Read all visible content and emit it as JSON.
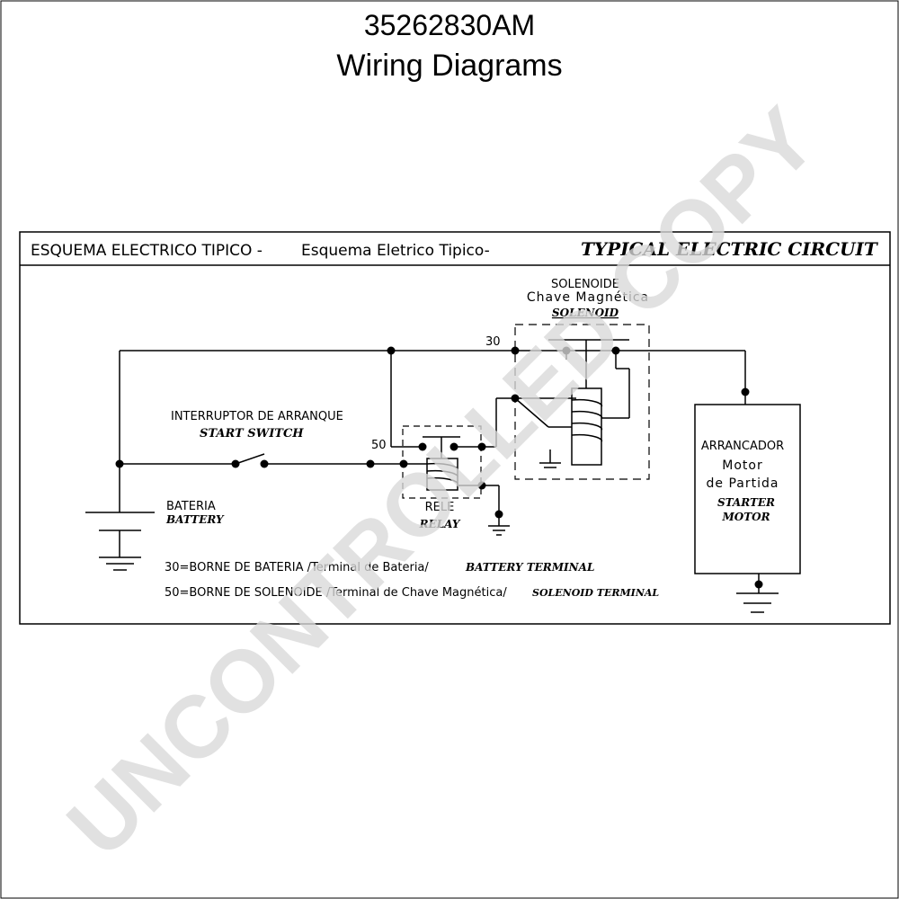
{
  "document": {
    "part_number": "35262830AM",
    "title": "Wiring Diagrams"
  },
  "diagram": {
    "header_es": "ESQUEMA ELECTRICO TIPICO -",
    "header_pt": "Esquema  Eletrico  Tipico-",
    "header_en": "TYPICAL  ELECTRIC  CIRCUIT"
  },
  "components": {
    "solenoid": {
      "label_es": "SOLENOIDE",
      "label_pt": "Chave Magnética",
      "label_en": "SOLENOID"
    },
    "start_switch": {
      "label_es": "INTERRUPTOR DE ARRANQUE",
      "label_en": "START SWITCH"
    },
    "battery": {
      "label_es": "BATERIA",
      "label_en": "BATTERY"
    },
    "relay": {
      "label_es": "RELE",
      "label_en": "RELAY"
    },
    "starter_motor": {
      "label_es": "ARRANCADOR",
      "label_pt_1": "Motor",
      "label_pt_2": "de Partida",
      "label_en_1": "STARTER",
      "label_en_2": "MOTOR"
    }
  },
  "terminals": {
    "t30": "30",
    "t50": "50"
  },
  "legend": {
    "line1_es": "30=BORNE DE BATERIA /Terminal de Bateria/",
    "line1_en": "BATTERY TERMINAL",
    "line2_es": "50=BORNE DE SOLENOIDE /Terminal de Chave Magnética/",
    "line2_en": "SOLENOID TERMINAL"
  },
  "watermark": {
    "text": "UNCONTROLLED COPY",
    "color": "#d9d9d9"
  }
}
